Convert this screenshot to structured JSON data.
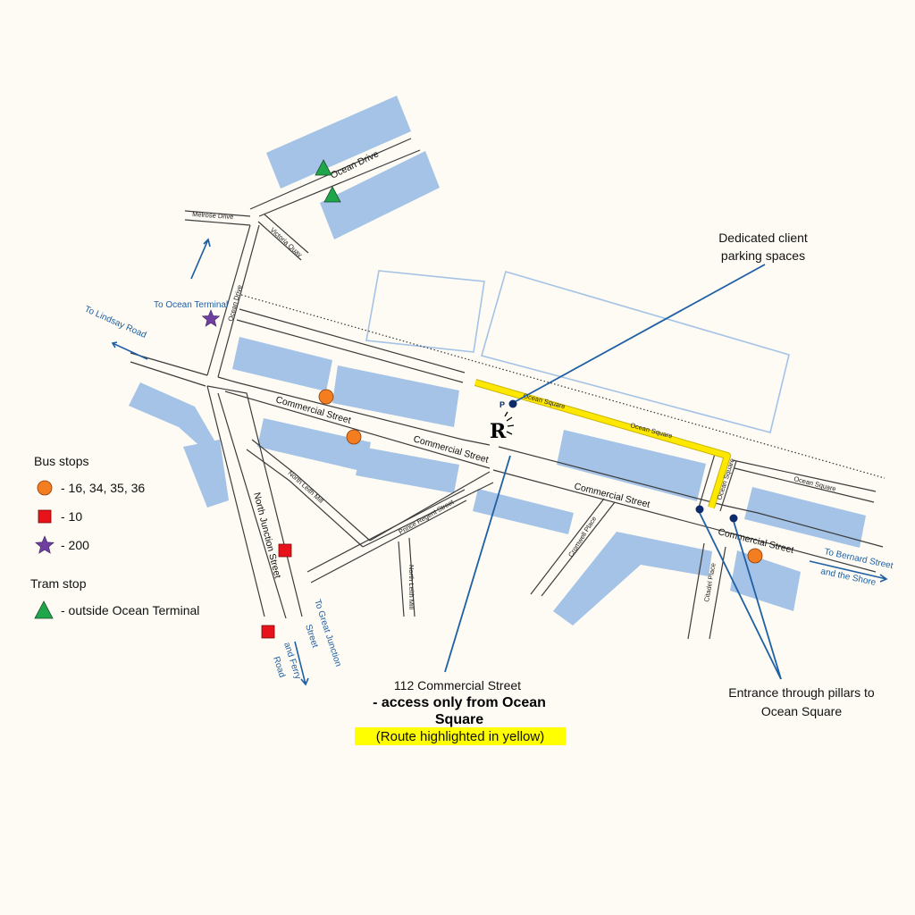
{
  "streets": {
    "ocean_drive": "Ocean Drive",
    "melrose_drive": "Melrose Drive",
    "victoria_quay": "Victoria Quay",
    "ocean_drive_vertical": "Ocean Drive",
    "commercial_street": "Commercial Street",
    "north_leith_mill": "North Leith Mill",
    "prince_regent_street": "Prince Regent Street",
    "north_junction_street": "North Junction Street",
    "north_leith_mill_2": "North Leith Mill",
    "ocean_square": "Ocean Square",
    "cromwell_place": "Cromwell Place",
    "citadel_place": "Citadel Place"
  },
  "directions": {
    "to_ocean_terminal": "To Ocean Terminal",
    "to_lindsay_road": "To Lindsay Road",
    "to_great_junction": [
      "To Great Junction",
      "Street"
    ],
    "and_ferry_road": [
      "and Ferry",
      "Road"
    ],
    "to_bernard_street": [
      "To Bernard Street",
      "and the Shore"
    ]
  },
  "legend": {
    "bus_stops_title": "Bus stops",
    "bus_orange_label": "- 16, 34, 35, 36",
    "bus_red_label": "- 10",
    "bus_star_label": "- 200",
    "tram_title": "Tram stop",
    "tram_label": "- outside Ocean Terminal"
  },
  "annotations": {
    "parking": [
      "Dedicated client",
      "parking spaces"
    ],
    "parking_marker": "P",
    "address": "112 Commercial Street",
    "access": [
      "- access only from Ocean",
      "Square"
    ],
    "route_note": "(Route highlighted in yellow)",
    "entrance": [
      "Entrance through pillars to",
      "Ocean Square"
    ],
    "logo": "R"
  },
  "colors": {
    "building": "#a4c3e6",
    "route": "#ffe800",
    "callout": "#1f5fa4",
    "bus_orange": "#f47d20",
    "bus_red": "#e8131a",
    "bus_star": "#6e3fa0",
    "tram": "#1fa64a"
  }
}
